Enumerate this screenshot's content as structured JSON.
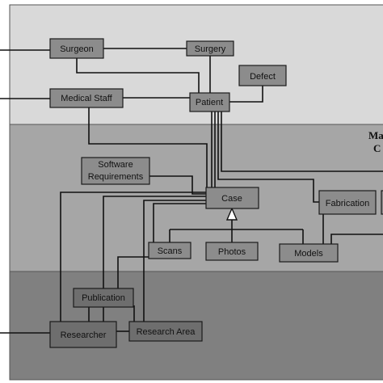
{
  "diagram": {
    "bands": {
      "top_label_line1": "Ma",
      "top_label_line2": "C"
    },
    "nodes": {
      "surgeon": "Surgeon",
      "surgery": "Surgery",
      "defect": "Defect",
      "medical_staff": "Medical Staff",
      "patient": "Patient",
      "software_req_line1": "Software",
      "software_req_line2": "Requirements",
      "case": "Case",
      "fabrication": "Fabrication",
      "scans": "Scans",
      "photos": "Photos",
      "models": "Models",
      "publication": "Publication",
      "researcher": "Researcher",
      "research_area": "Research Area"
    },
    "colors": {
      "band_top": "#d9d9d9",
      "band_middle": "#a6a6a6",
      "band_bottom": "#808080",
      "node_light": "#a6a6a6",
      "node_dark": "#7f7f7f"
    }
  }
}
